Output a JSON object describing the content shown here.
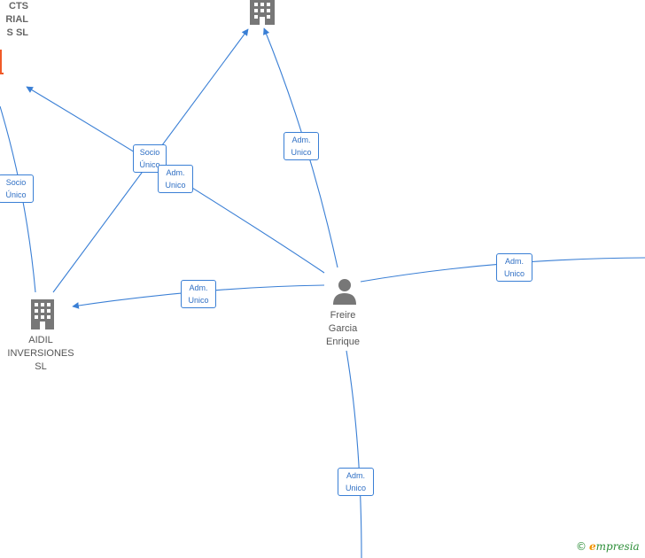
{
  "nodes": {
    "top_company": {
      "label_lines": []
    },
    "partial_company": {
      "label_lines": [
        "CTS",
        "RIAL",
        "S  SL"
      ]
    },
    "aidil": {
      "label_lines": [
        "AIDIL",
        "INVERSIONES",
        "SL"
      ]
    },
    "freire": {
      "label_lines": [
        "Freire",
        "Garcia",
        "Enrique"
      ]
    }
  },
  "edges": [
    {
      "role_lines": [
        "Socio",
        "Único"
      ]
    },
    {
      "role_lines": [
        "Socio",
        "Único"
      ]
    },
    {
      "role_lines": [
        "Adm.",
        "Unico"
      ]
    },
    {
      "role_lines": [
        "Adm.",
        "Unico"
      ]
    },
    {
      "role_lines": [
        "Adm.",
        "Unico"
      ]
    },
    {
      "role_lines": [
        "Adm.",
        "Unico"
      ]
    },
    {
      "role_lines": [
        "Adm.",
        "Unico"
      ]
    }
  ],
  "brand": {
    "copyright": "©",
    "first_letter": "e",
    "rest": "mpresia"
  },
  "colors": {
    "edge": "#3a7fd5",
    "node_icon": "#777777",
    "accent": "#f05a28",
    "brand": "#2e8f3a"
  }
}
